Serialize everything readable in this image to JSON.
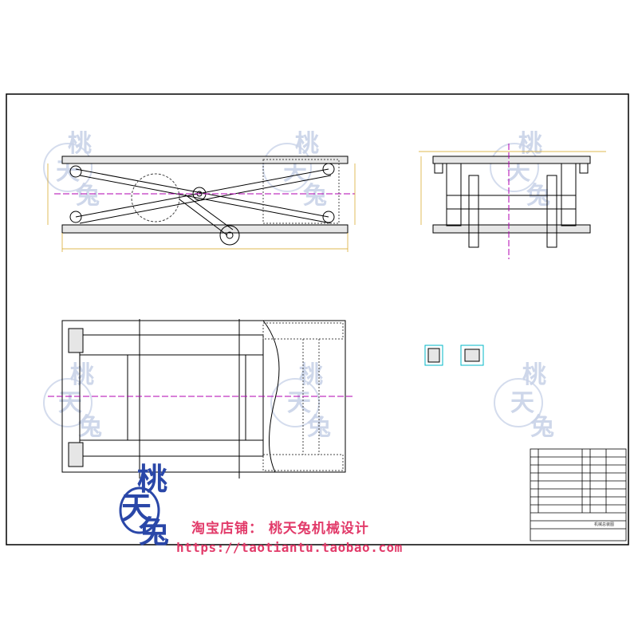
{
  "watermark": {
    "shop_name": "淘宝店铺：  桃天兔机械设计",
    "url": "https://taotiantu.taobao.com",
    "logo_chars": [
      "桃",
      "天",
      "兔"
    ],
    "watermark_color": "#c9d3e8",
    "brand_color": "#e23b6a",
    "logo_color": "#2a47a8"
  },
  "title_block": {
    "drawing_title": "机械总装图"
  },
  "colors": {
    "outline": "#000000",
    "dimension": "#00b7c7",
    "center_line": "#b000b0",
    "hidden": "#444444",
    "annotation": "#d4a017",
    "fill": "#e6e6e6"
  }
}
